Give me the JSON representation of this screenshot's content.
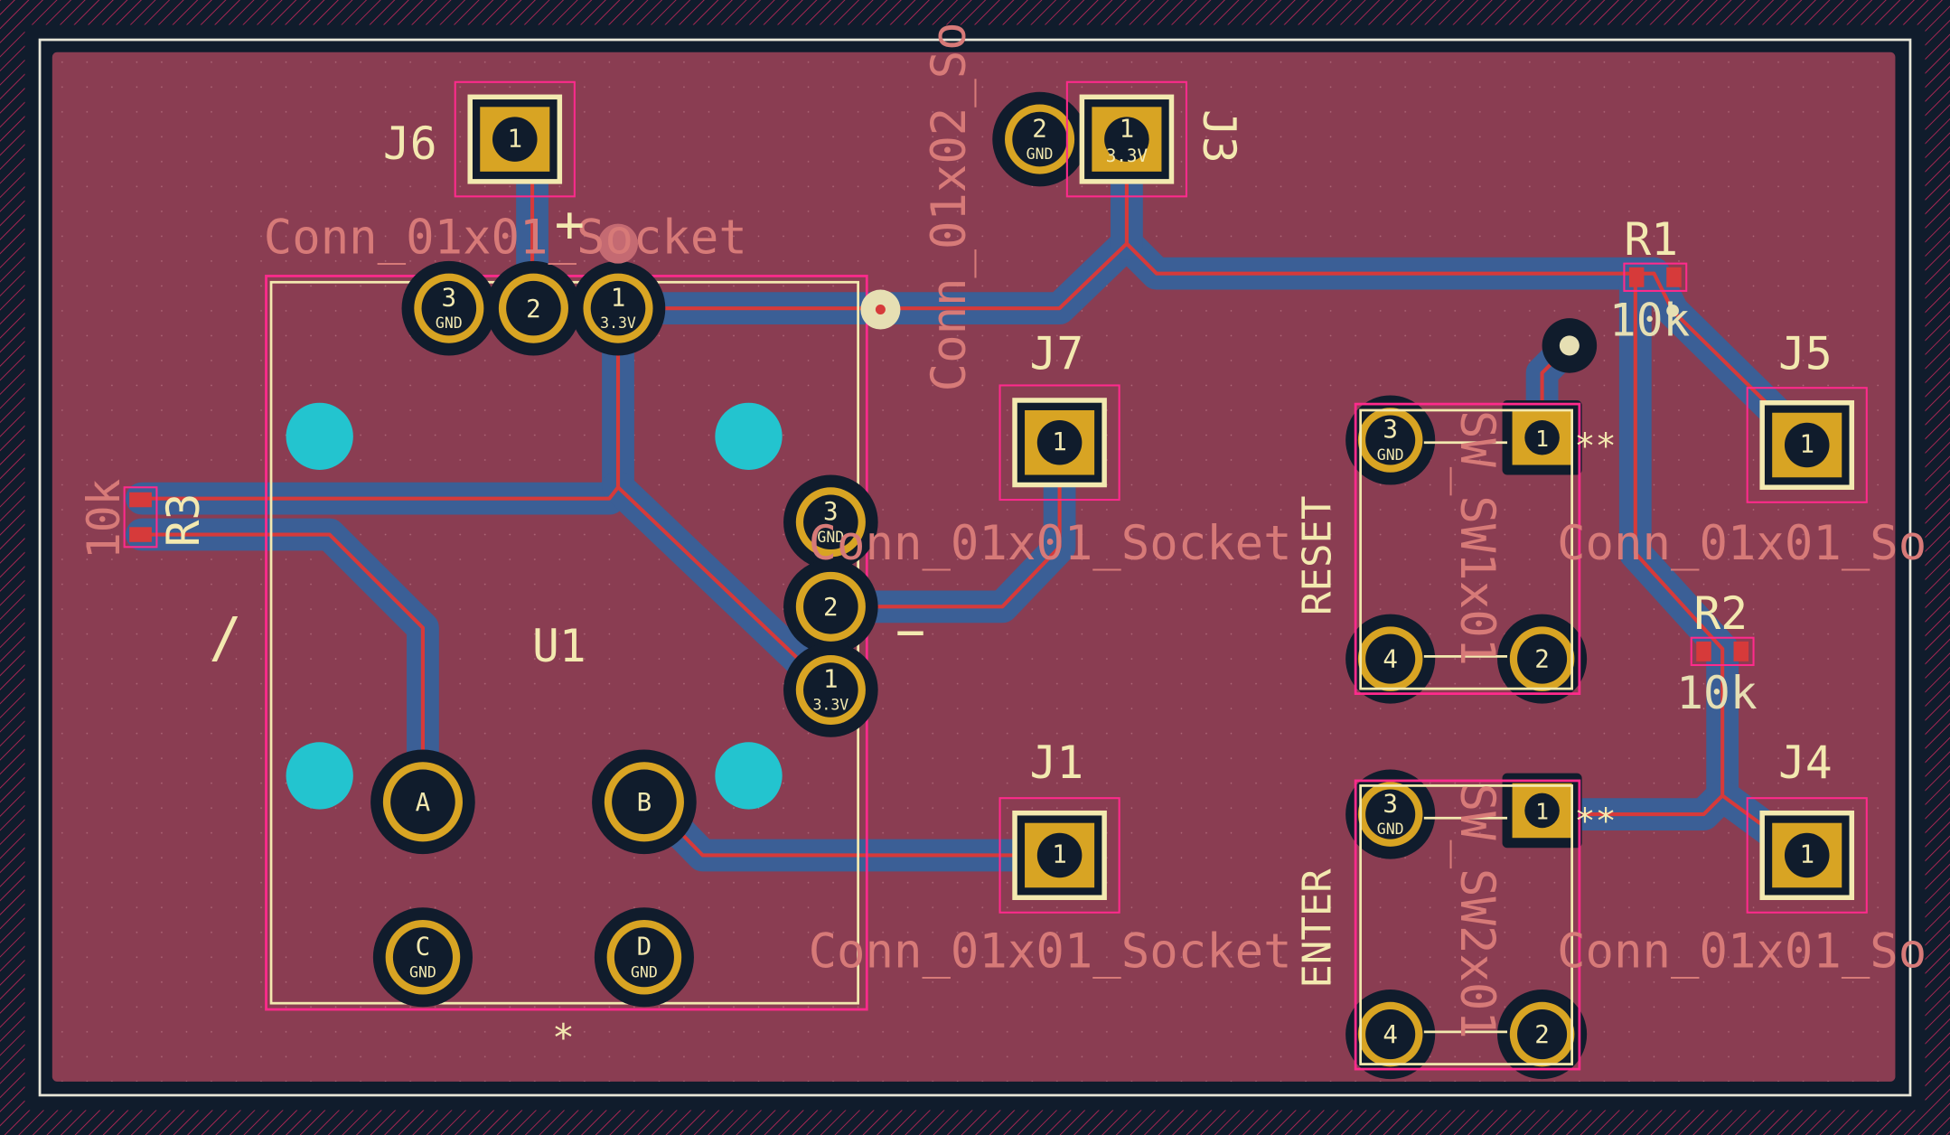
{
  "colors": {
    "background": "#101c2c",
    "board_fill": "#8a3d52",
    "board_outline": "#e8e6d8",
    "courtyard": "#ff2a8c",
    "silkscreen": "#f3e9b0",
    "fab_text": "#d77a78",
    "copper_pad": "#d8a423",
    "copper_track": "#d63a3a",
    "zone_clearance": "#3b5f96",
    "via": "#e6dfb3",
    "npth_hole": "#23c4cf",
    "edge_hatch": "#c0285a"
  },
  "refdes": {
    "J6": "J6",
    "J3": "J3",
    "J7": "J7",
    "J5": "J5",
    "J1": "J1",
    "J4": "J4",
    "R1": "R1",
    "R2": "R2",
    "R3": "R3",
    "U1": "U1",
    "RESET": "RESET",
    "ENTER": "ENTER"
  },
  "values": {
    "conn_socket": "Conn_01x01_Socket",
    "conn_j6": "Conn_01x01_Socket",
    "conn_j1": "Conn_01x01_Socket",
    "conn_j5": "Conn_01x01_So",
    "conn_j4": "Conn_01x01_So",
    "conn_j3": "Conn_01x02_So",
    "r1_value": "10k",
    "r2_value": "10k",
    "r3_value": "10k",
    "sw1_value": "SW_SW1x01",
    "sw2_value": "SW_SW2x01"
  },
  "symbols": {
    "plus": "+",
    "minus": "−",
    "slash": "/",
    "star": "*",
    "star_double": "**"
  },
  "pads": {
    "j6_1": "1",
    "j3_1": "1",
    "j3_1_net": "3.3V",
    "j3_2": "2",
    "j3_2_net": "GND",
    "j7_1": "1",
    "j5_1": "1",
    "j1_1": "1",
    "j4_1": "1",
    "u1_top_3": "3",
    "u1_top_3_net": "GND",
    "u1_top_2": "2",
    "u1_top_1": "1",
    "u1_top_1_net": "3.3V",
    "u1_side_3": "3",
    "u1_side_3_net": "GND",
    "u1_side_2": "2",
    "u1_side_1": "1",
    "u1_side_1_net": "3.3V",
    "u1_a": "A",
    "u1_b": "B",
    "u1_c": "C",
    "u1_c_net": "GND",
    "u1_d": "D",
    "u1_d_net": "GND",
    "sw1_3": "3",
    "sw1_3_net": "GND",
    "sw1_1": "1",
    "sw1_4": "4",
    "sw1_2": "2",
    "sw2_3": "3",
    "sw2_3_net": "GND",
    "sw2_1": "1",
    "sw2_4": "4",
    "sw2_2": "2",
    "r1_pad": "R1",
    "r2_pad": "R2",
    "r3_pad": "R3"
  }
}
